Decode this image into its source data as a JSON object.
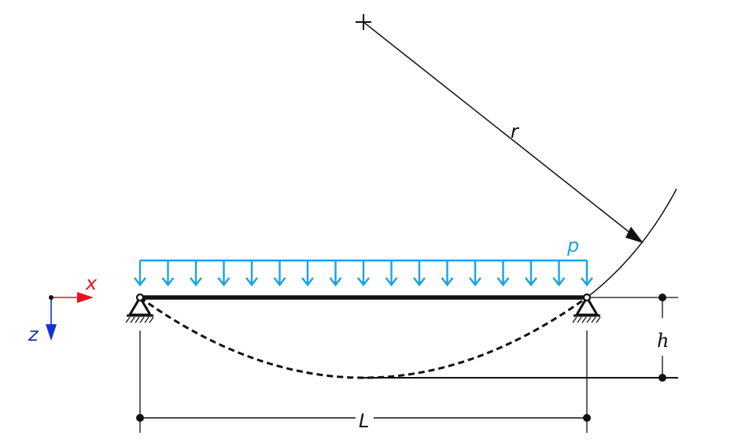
{
  "diagram": {
    "title": "Simply supported beam under uniform load with deflection curve",
    "colors": {
      "beam": "#111111",
      "load": "#1aa3e0",
      "axis_x": "#e8141c",
      "axis_z": "#1433d6",
      "lines": "#111111"
    },
    "axes": {
      "x_label": "x",
      "z_label": "z"
    },
    "load": {
      "label": "p",
      "arrow_count": 17
    },
    "radius": {
      "label": "r",
      "center_marker": "plus-marker"
    },
    "dimensions": {
      "span_label": "L",
      "sag_label": "h"
    },
    "supports": [
      {
        "name": "left-pin-support"
      },
      {
        "name": "right-pin-support"
      }
    ]
  }
}
